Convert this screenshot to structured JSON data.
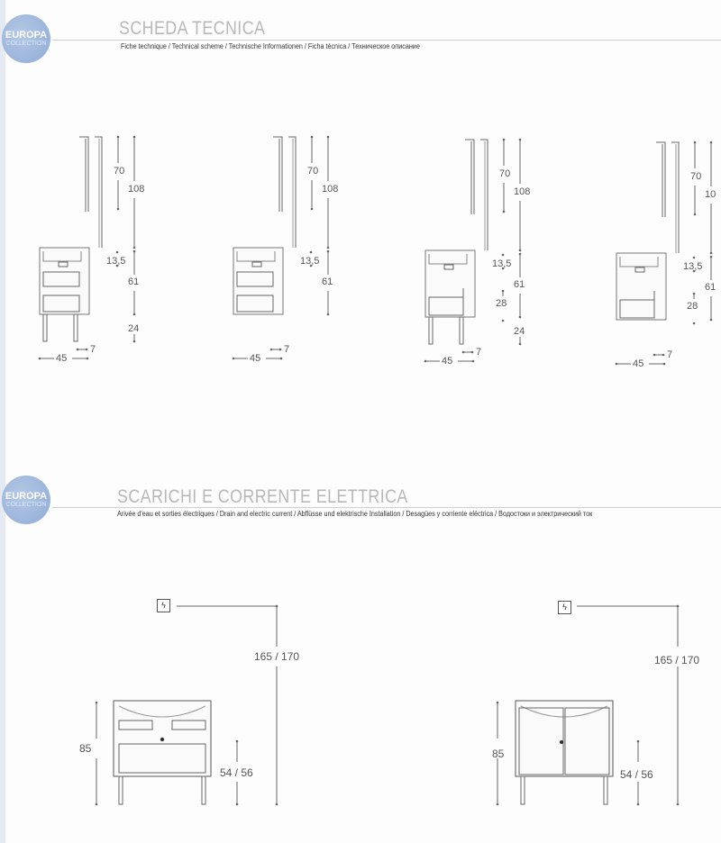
{
  "brand": {
    "line1": "EUROPA",
    "line2": "COLLECTION"
  },
  "section1": {
    "title": "SCHEDA TECNICA",
    "subtitle": "Fiche technique / Technical scheme / Technische Informationen / Ficha técnica / Техническое описание",
    "panels": [
      {
        "h_mirror": "70",
        "h_total": "108",
        "basin": "13,5",
        "cabinet": "61",
        "legs": "24",
        "depth": "7",
        "width": "45"
      },
      {
        "h_mirror": "70",
        "h_total": "108",
        "basin": "13,5",
        "cabinet": "61",
        "depth": "7",
        "width": "45"
      },
      {
        "h_mirror": "70",
        "h_total": "108",
        "basin": "13,5",
        "drawer": "28",
        "cabinet": "61",
        "legs": "24",
        "depth": "7",
        "width": "45"
      },
      {
        "h_mirror": "70",
        "h_total": "10",
        "basin": "13,5",
        "drawer": "28",
        "cabinet": "61",
        "depth": "7",
        "width": "45"
      }
    ]
  },
  "section2": {
    "title": "SCARICHI E CORRENTE ELETTRICA",
    "subtitle": "Arivée d'eau et sorties électriques / Drain and electric current / Abflüsse und elektrische Installation / Desagües y corriente eléctrica / Водостоки и электрический ток",
    "units": [
      {
        "electric_icon": "ϟ",
        "socket_height": "165 / 170",
        "cabinet_height": "85",
        "drain_height": "54 / 56"
      },
      {
        "electric_icon": "ϟ",
        "socket_height": "165 / 170",
        "cabinet_height": "85",
        "drain_height": "54 / 56"
      }
    ]
  }
}
